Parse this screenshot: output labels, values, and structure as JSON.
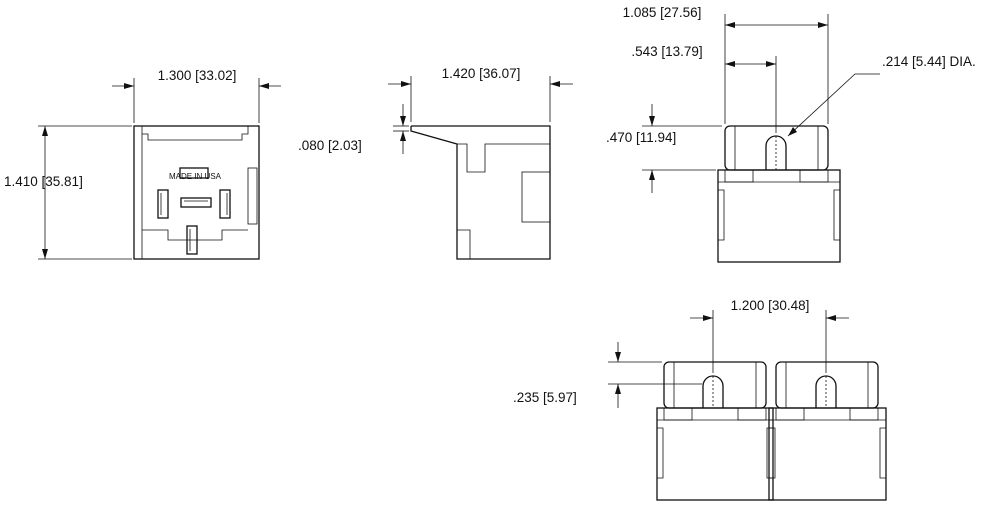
{
  "dimensions": {
    "front_width": "1.300 [33.02]",
    "front_height": "1.410 [35.81]",
    "side_width": "1.420 [36.07]",
    "side_lip": ".080 [2.03]",
    "top_width": "1.085 [27.56]",
    "hole_offset": ".543 [13.79]",
    "hole_dia": ".214 [5.44] DIA.",
    "top_height": ".470 [11.94]",
    "pair_spacing": "1.200 [30.48]",
    "pair_height": ".235 [5.97]"
  },
  "marking": "MADE IN USA"
}
